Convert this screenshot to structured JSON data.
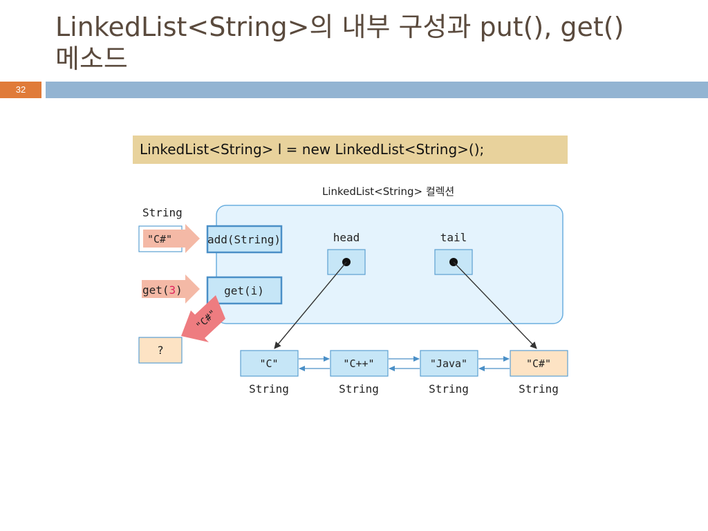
{
  "slide": {
    "title_line1": "LinkedList<String>의 내부 구성과 put(), get()",
    "title_line2": "메소드",
    "page_number": "32"
  },
  "code": "LinkedList<String> l = new LinkedList<String>();",
  "diagram": {
    "collection_label": "LinkedList<String> 컬렉션",
    "input_type_label": "String",
    "input_value": "\"C#\"",
    "add_method": "add(String)",
    "get_call": {
      "prefix": "get(",
      "index": "3",
      "suffix": ")"
    },
    "get_method": "get(i)",
    "returned_value": "\"C#\"",
    "result_placeholder": "?",
    "head_label": "head",
    "tail_label": "tail",
    "nodes": [
      {
        "value": "\"C\"",
        "type": "String"
      },
      {
        "value": "\"C++\"",
        "type": "String"
      },
      {
        "value": "\"Java\"",
        "type": "String"
      },
      {
        "value": "\"C#\"",
        "type": "String"
      }
    ],
    "colors": {
      "collection_fill": "#e4f3fd",
      "collection_stroke": "#6aaedf",
      "node_fill": "#c6e6f7",
      "node_stroke": "#5b9fd1",
      "highlight_node_fill": "#fde3c4",
      "input_arrow": "#f4b9a6",
      "output_arrow": "#ee7c80",
      "index_highlight": "#e0245e"
    }
  }
}
